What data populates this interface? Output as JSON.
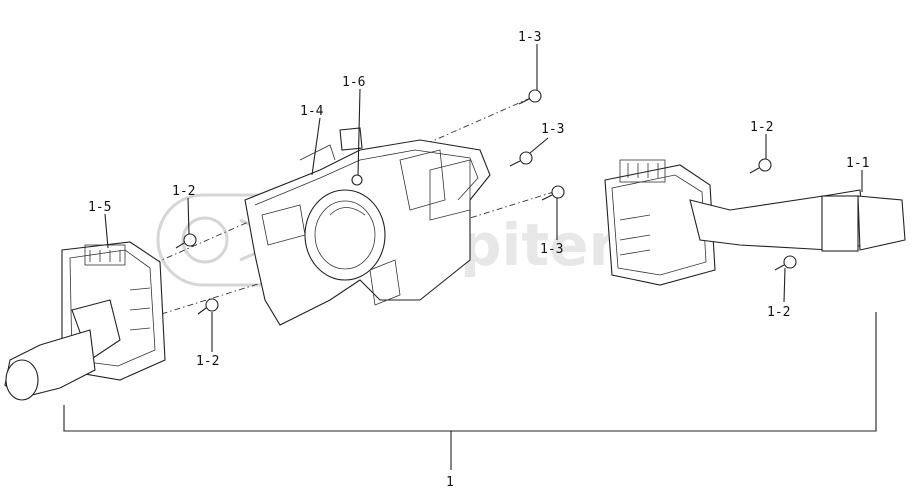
{
  "callouts": {
    "c_1_1": "1-1",
    "c_1_2_a": "1-2",
    "c_1_2_b": "1-2",
    "c_1_2_c": "1-2",
    "c_1_2_d": "1-2",
    "c_1_3_a": "1-3",
    "c_1_3_b": "1-3",
    "c_1_3_c": "1-3",
    "c_1_4": "1-4",
    "c_1_5": "1-5",
    "c_1_6": "1-6",
    "c_1": "1"
  },
  "watermark": {
    "text": "autopiter.ru",
    "logo": "a-arrow-logo"
  },
  "colors": {
    "line": "#222222",
    "background": "#ffffff",
    "watermark": "#dedede"
  }
}
